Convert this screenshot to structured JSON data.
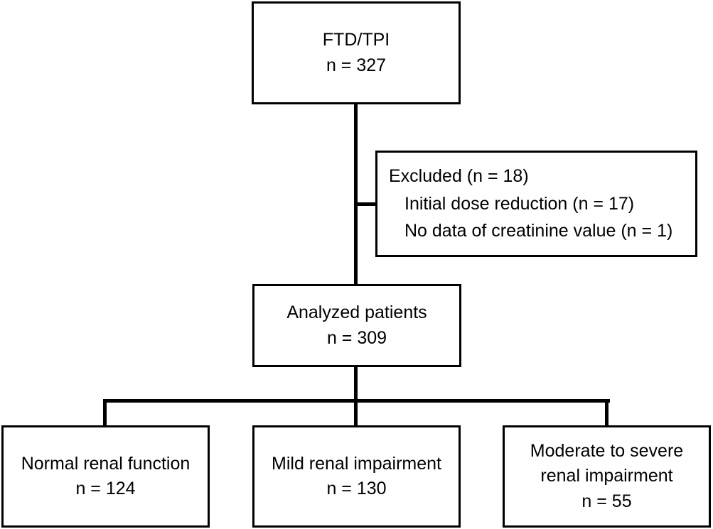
{
  "chart_data": {
    "type": "diagram",
    "title": "Patient disposition flow diagram",
    "nodes": [
      {
        "id": "source",
        "label": "FTD/TPI",
        "count_label": "n = 327",
        "n": 327
      },
      {
        "id": "excluded",
        "label": "Excluded (n = 18)",
        "n": 18,
        "reasons": [
          {
            "label": "Initial dose reduction (n = 17)",
            "n": 17
          },
          {
            "label": "No data of creatinine value (n = 1)",
            "n": 1
          }
        ]
      },
      {
        "id": "analyzed",
        "label": "Analyzed patients",
        "count_label": "n = 309",
        "n": 309
      },
      {
        "id": "normal",
        "label": "Normal renal function",
        "count_label": "n = 124",
        "n": 124
      },
      {
        "id": "mild",
        "label": "Mild renal impairment",
        "count_label": "n = 130",
        "n": 130
      },
      {
        "id": "moderate",
        "label": "Moderate to severe renal impairment",
        "count_label": "n = 55",
        "n": 55
      }
    ],
    "edges": [
      {
        "from": "source",
        "to": "analyzed"
      },
      {
        "from": "source",
        "to": "excluded"
      },
      {
        "from": "analyzed",
        "to": "normal"
      },
      {
        "from": "analyzed",
        "to": "mild"
      },
      {
        "from": "analyzed",
        "to": "moderate"
      }
    ],
    "colors": {
      "stroke": "#000000",
      "fill": "#ffffff",
      "text": "#000000"
    }
  },
  "nodes": {
    "source": {
      "line1": "FTD/TPI",
      "line2": "n = 327"
    },
    "excluded": {
      "line1": "Excluded (n = 18)",
      "line2": "Initial dose reduction (n = 17)",
      "line3": "No data of creatinine value (n = 1)"
    },
    "analyzed": {
      "line1": "Analyzed patients",
      "line2": "n = 309"
    },
    "normal": {
      "line1": "Normal renal function",
      "line2": "n = 124"
    },
    "mild": {
      "line1": "Mild renal impairment",
      "line2": "n = 130"
    },
    "moderate": {
      "line1": "Moderate to severe",
      "line2": "renal impairment",
      "line3": "n = 55"
    }
  }
}
